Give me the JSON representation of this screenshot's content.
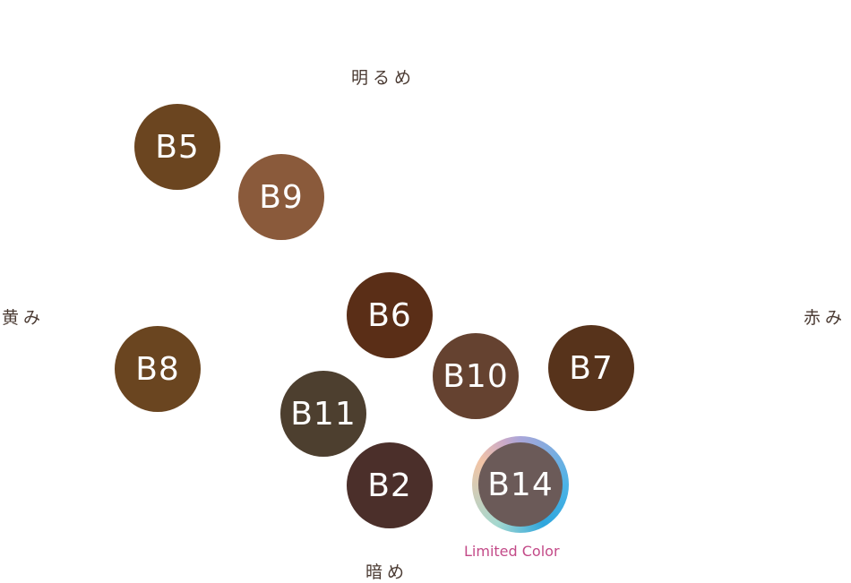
{
  "axes": {
    "top": "明るめ",
    "bottom": "暗め",
    "left": "黄み",
    "right": "赤み"
  },
  "shades": [
    {
      "id": "b5",
      "label": "B5",
      "color": "#6b4520"
    },
    {
      "id": "b9",
      "label": "B9",
      "color": "#8a5a3b"
    },
    {
      "id": "b6",
      "label": "B6",
      "color": "#5a2e17"
    },
    {
      "id": "b8",
      "label": "B8",
      "color": "#6a4520"
    },
    {
      "id": "b10",
      "label": "B10",
      "color": "#654230"
    },
    {
      "id": "b7",
      "label": "B7",
      "color": "#57331b"
    },
    {
      "id": "b11",
      "label": "B11",
      "color": "#4d3f2f"
    },
    {
      "id": "b2",
      "label": "B2",
      "color": "#4b2f2a"
    },
    {
      "id": "b14",
      "label": "B14",
      "color": "#6b5a58"
    }
  ],
  "limited_label": "Limited Color",
  "colors": {
    "h_start": "#8a6424",
    "h_mid": "#5e321a",
    "h_end": "#6b0c1e",
    "v_top": "#8a5a3b",
    "v_bottom": "#2a120c",
    "limited_text": "#c34a88"
  }
}
